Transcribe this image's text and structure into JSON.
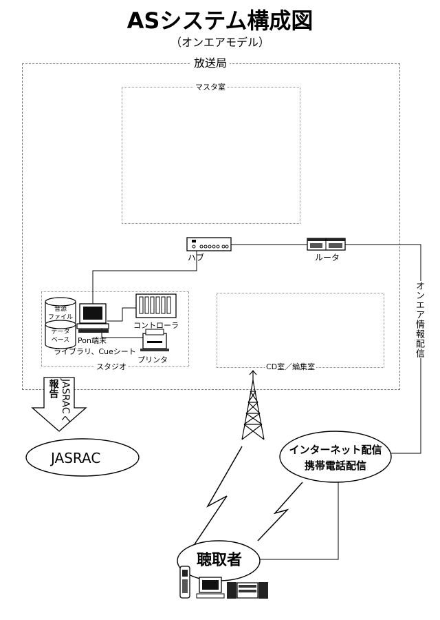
{
  "title": "ASシステム構成図",
  "subtitle": "（オンエアモデル）",
  "broadcast_station": "放送局",
  "master_room": "マスタ室",
  "hub": "ハブ",
  "router": "ルータ",
  "onair_info": "オンエア情報配信",
  "studio": {
    "sound_files": [
      "音源",
      "ファイル"
    ],
    "database": [
      "データ",
      "ベース"
    ],
    "pon_terminal": "Pon端末",
    "library": "ライブラリ、Cueシート",
    "controller": "コントローラ",
    "printer": "プリンタ",
    "label": "スタジオ"
  },
  "cd_room": "CD室／編集室",
  "jasrac_report": [
    "JASRACへ",
    "報告"
  ],
  "jasrac": "JASRAC",
  "distribution": [
    "インターネット配信",
    "携帯電話配信"
  ],
  "listener": "聴取者"
}
